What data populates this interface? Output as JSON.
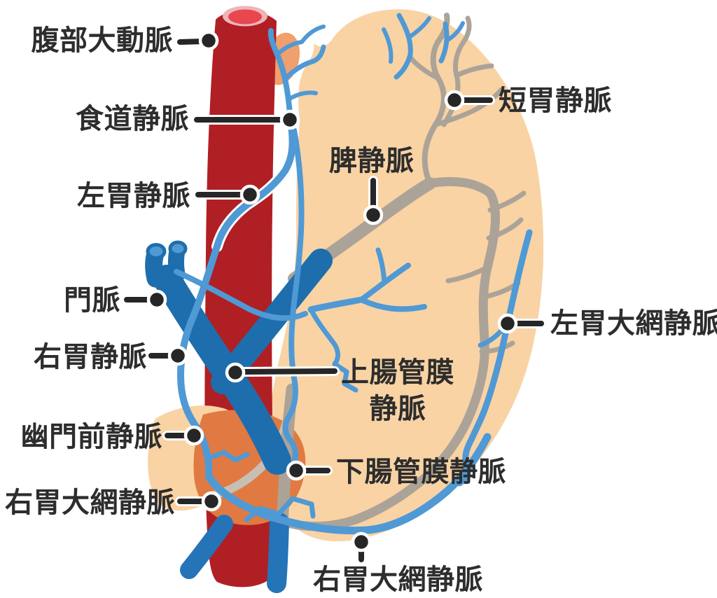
{
  "diagram": {
    "description_labels": {
      "abdominal_aorta": "腹部大動脈",
      "esophageal_vein": "食道静脈",
      "left_gastric_vein": "左胃静脈",
      "portal_vein": "門脈",
      "right_gastric_vein": "右胃静脈",
      "prepyloric_vein": "幽門前静脈",
      "right_gastroepiploic_vein_left": "右胃大網静脈",
      "short_gastric_vein": "短胃静脈",
      "splenic_vein": "脾静脈",
      "left_gastroepiploic_vein": "左胃大網静脈",
      "superior_mesenteric_vein_line1": "上腸管膜",
      "superior_mesenteric_vein_line2": "静脈",
      "inferior_mesenteric_vein": "下腸管膜静脈",
      "right_gastroepiploic_vein_bottom": "右胃大網静脈"
    },
    "colors": {
      "aorta": "#b01f24",
      "aorta_lumen": "#e9464f",
      "aorta_rim": "#edb5b8",
      "stomach": "#f9d3a4",
      "esophagus_stub": "#f0a06c",
      "duodenum": "#e07a42",
      "vein_light": "#4f99d5",
      "vein_dark": "#1e6ead",
      "vein_medium": "#2574b8",
      "vessel_gray": "#aca398",
      "vessel_gray_light": "#c8bfb4",
      "label_text": "#2d2d2d",
      "leader": "#262626",
      "bg": "#ffffff"
    }
  }
}
